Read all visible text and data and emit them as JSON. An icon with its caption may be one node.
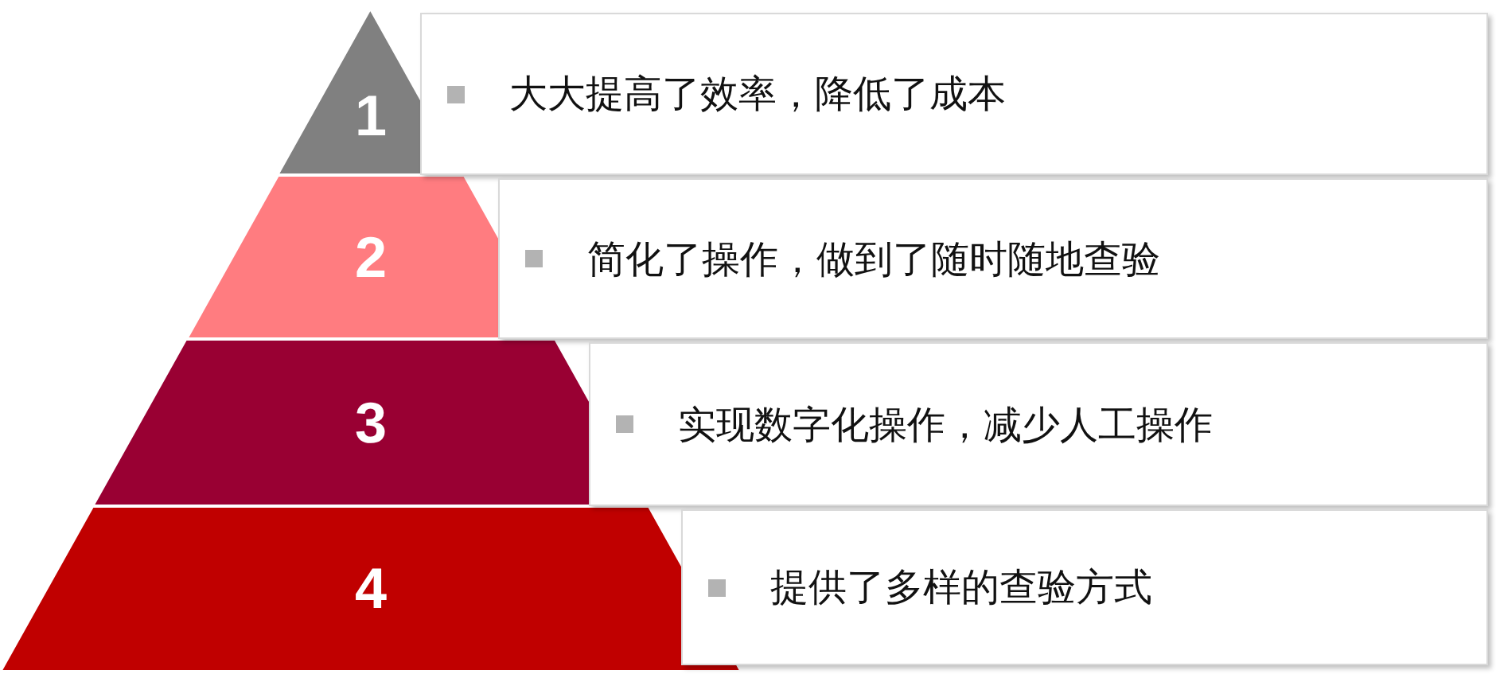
{
  "diagram": {
    "nodes": [
      {
        "text": [
          "1"
        ]
      },
      {
        "text": [
          "2"
        ]
      },
      {
        "text": [
          "3"
        ]
      },
      {
        "text": [
          "4"
        ]
      },
      {
        "text": [
          "大大提高了效率，降低了成本"
        ]
      },
      {
        "text": [
          "简化了操作，做到了随时随地查验"
        ]
      },
      {
        "text": [
          "实现数字化操作，减少人工操作"
        ]
      },
      {
        "text": [
          "提供了多样的查验方式"
        ]
      }
    ]
  }
}
